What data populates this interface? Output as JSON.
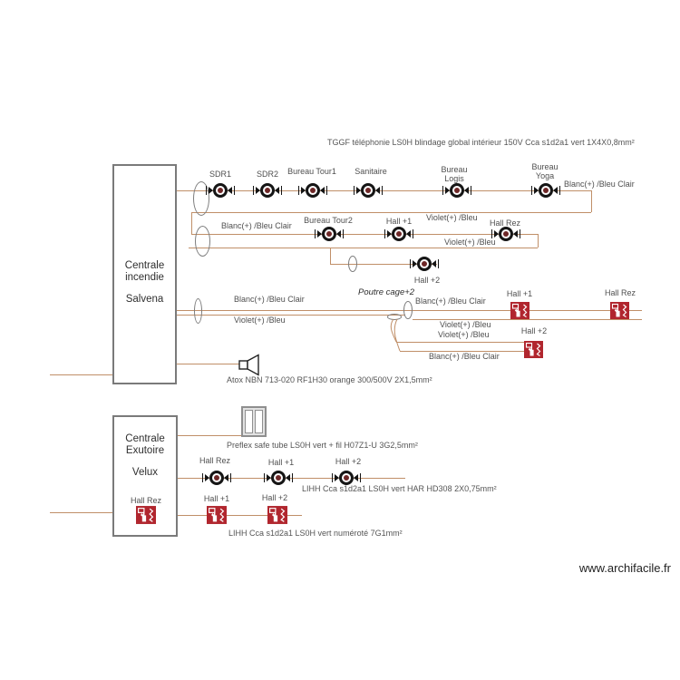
{
  "watermark": "www.archifacile.fr",
  "colors": {
    "wire": "#c08f68",
    "callpoint_red": "#b1262e",
    "detector_ring": "#151515",
    "detector_dot": "#6e2727",
    "panel_border": "#7a7a7a"
  },
  "notes": {
    "tggf": "TGGF téléphonie LS0H blindage global intérieur 150V Cca s1d2a1 vert 1X4X0,8mm²",
    "atox": "Atox NBN 713-020 RF1H30 orange 300/500V 2X1,5mm²",
    "preflex": "Preflex safe tube LS0H vert + fil H07Z1-U 3G2,5mm²",
    "lihh_detectors": "LIHH Cca s1d2a1 LS0H vert HAR HD308 2X0,75mm²",
    "lihh_callpoints": "LIHH Cca s1d2a1 LS0H vert numéroté 7G1mm²"
  },
  "panels": {
    "fire": {
      "lines": "Centrale\nincendie",
      "name": "Salvena"
    },
    "vent": {
      "lines": "Centrale\nExutoire",
      "name": "Velux",
      "callpoint": "Hall Rez"
    }
  },
  "loop1": {
    "out_label": "Blanc(+) /Bleu Clair",
    "ret_label": "Violet(+) /Bleu",
    "detectors": [
      "SDR1",
      "SDR2",
      "Bureau Tour1",
      "Sanitaire",
      "Bureau\nLogis",
      "Bureau\nYoga"
    ]
  },
  "loop2": {
    "out_label": "Blanc(+) /Bleu Clair",
    "ret_label": "Violet(+) /Bleu",
    "detectors": [
      "Bureau Tour2",
      "Hall +1",
      "Hall Rez"
    ],
    "branch_detector": "Hall +2"
  },
  "callpoint_run": {
    "poutre": "Poutre cage+2",
    "upper_blanc": "Blanc(+) /Bleu Clair",
    "upper_violet": "Violet(+) /Bleu",
    "lower_violet": "Violet(+) /Bleu",
    "lower_blanc": "Blanc(+) /Bleu Clair",
    "upper_points": [
      "Hall +1",
      "Hall Rez"
    ],
    "lower_point": "Hall +2"
  },
  "velux": {
    "detectors": [
      "Hall Rez",
      "Hall +1",
      "Hall +2"
    ],
    "callpoints": [
      "Hall +1",
      "Hall +2"
    ]
  }
}
